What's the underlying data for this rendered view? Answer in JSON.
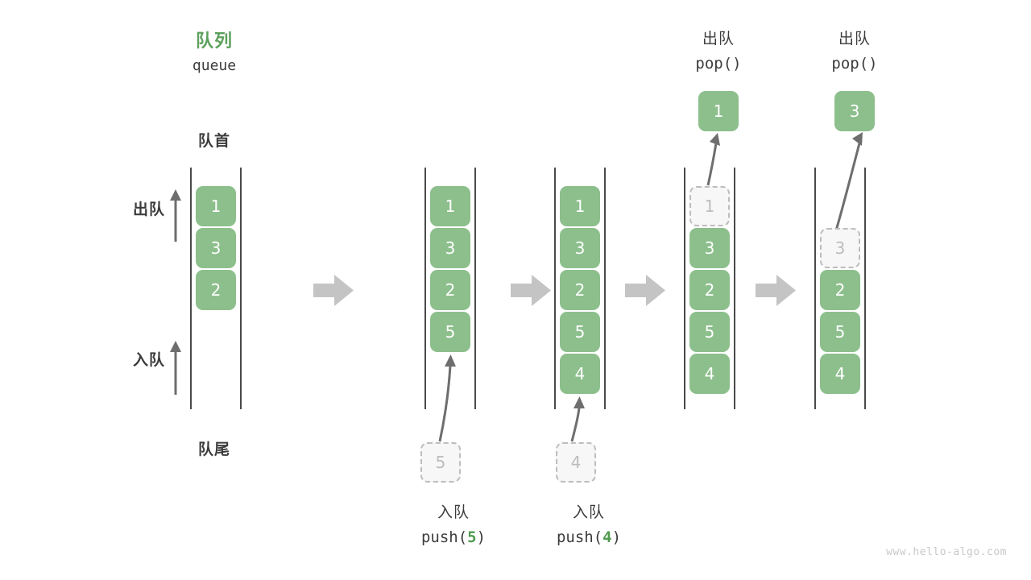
{
  "meta": {
    "watermark": "www.hello-algo.com",
    "accent_green": "#5da05d",
    "cell_green": "#8cbf8c",
    "ghost_gray": "#bdbdbd",
    "arrow_gray": "#c4c4c4",
    "text_dark": "#3c3c3c"
  },
  "header": {
    "title_cn": "队列",
    "title_en": "queue"
  },
  "legend": {
    "front_label": "队首",
    "rear_label": "队尾",
    "pop_label": "出队",
    "push_label": "入队"
  },
  "operations": {
    "push1_cn": "入队",
    "push1_code_prefix": "push(",
    "push1_code_num": "5",
    "push1_code_suffix": ")",
    "push2_cn": "入队",
    "push2_code_prefix": "push(",
    "push2_code_num": "4",
    "push2_code_suffix": ")",
    "pop1_cn": "出队",
    "pop1_code": "pop()",
    "pop2_cn": "出队",
    "pop2_code": "pop()"
  },
  "stages": [
    {
      "id": "stage-initial",
      "cells": [
        {
          "value": "1",
          "state": "filled"
        },
        {
          "value": "3",
          "state": "filled"
        },
        {
          "value": "2",
          "state": "filled"
        }
      ],
      "incoming": null,
      "popped": null
    },
    {
      "id": "stage-after-push-5",
      "cells": [
        {
          "value": "1",
          "state": "filled"
        },
        {
          "value": "3",
          "state": "filled"
        },
        {
          "value": "2",
          "state": "filled"
        },
        {
          "value": "5",
          "state": "filled"
        }
      ],
      "incoming": {
        "value": "5",
        "state": "ghost"
      },
      "popped": null
    },
    {
      "id": "stage-after-push-4",
      "cells": [
        {
          "value": "1",
          "state": "filled"
        },
        {
          "value": "3",
          "state": "filled"
        },
        {
          "value": "2",
          "state": "filled"
        },
        {
          "value": "5",
          "state": "filled"
        },
        {
          "value": "4",
          "state": "filled"
        }
      ],
      "incoming": {
        "value": "4",
        "state": "ghost"
      },
      "popped": null
    },
    {
      "id": "stage-after-pop-1",
      "cells": [
        {
          "value": "1",
          "state": "ghost"
        },
        {
          "value": "3",
          "state": "filled"
        },
        {
          "value": "2",
          "state": "filled"
        },
        {
          "value": "5",
          "state": "filled"
        },
        {
          "value": "4",
          "state": "filled"
        }
      ],
      "incoming": null,
      "popped": {
        "value": "1",
        "state": "filled"
      }
    },
    {
      "id": "stage-after-pop-3",
      "cells": [
        {
          "value": "",
          "state": "empty"
        },
        {
          "value": "3",
          "state": "ghost"
        },
        {
          "value": "2",
          "state": "filled"
        },
        {
          "value": "5",
          "state": "filled"
        },
        {
          "value": "4",
          "state": "filled"
        }
      ],
      "incoming": null,
      "popped": {
        "value": "3",
        "state": "filled"
      }
    }
  ]
}
